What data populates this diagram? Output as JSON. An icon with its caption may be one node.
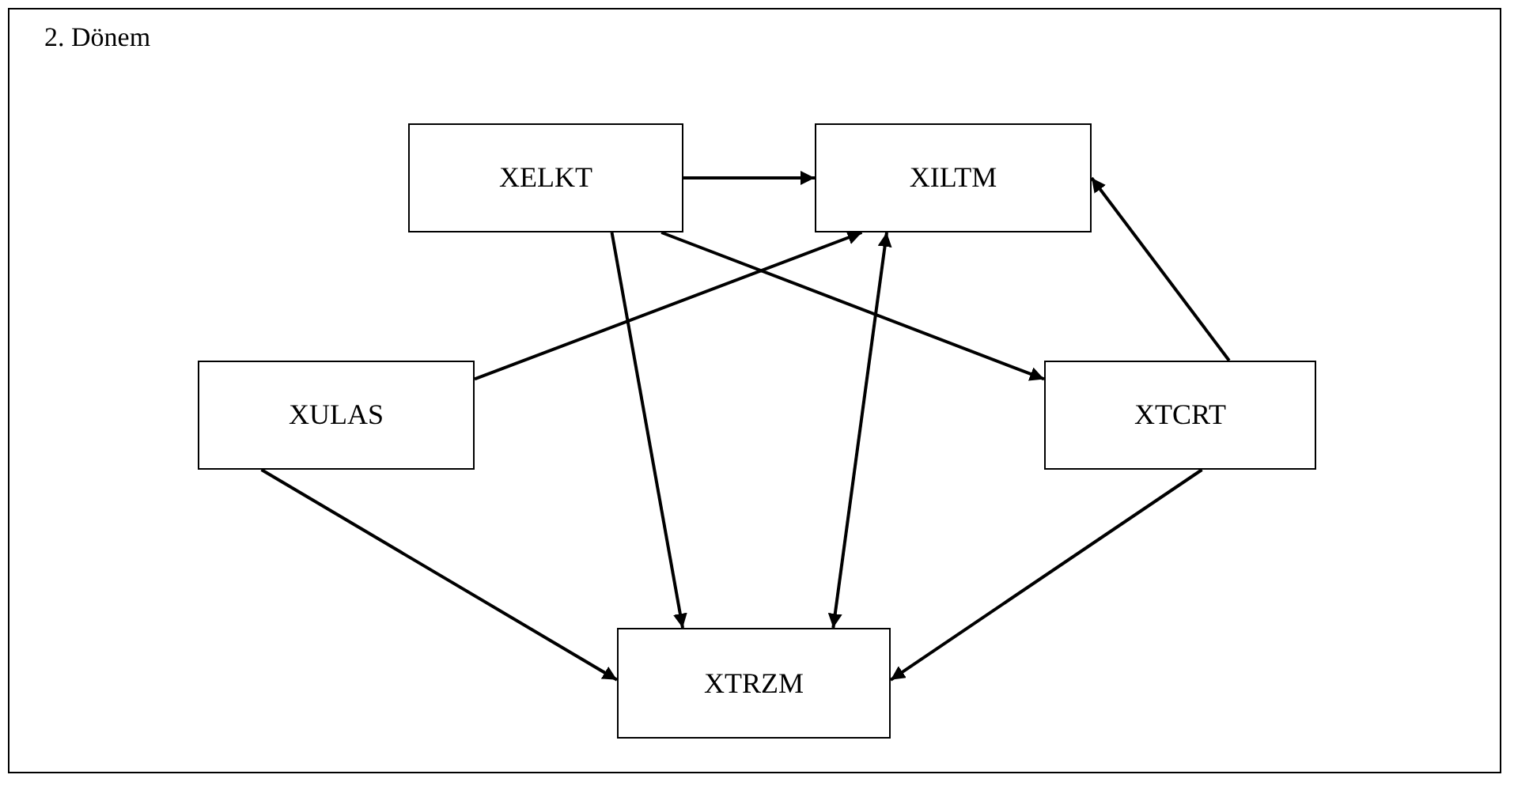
{
  "diagram": {
    "title": "2. Dönem",
    "nodes": [
      {
        "text": [
          "XELKT"
        ]
      },
      {
        "text": [
          "XILTM"
        ]
      },
      {
        "text": [
          "XULAS"
        ]
      },
      {
        "text": [
          "XTCRT"
        ]
      },
      {
        "text": [
          "XTRZM"
        ]
      }
    ],
    "edges": [
      {
        "from": 0,
        "to": 1,
        "arrow": "to"
      },
      {
        "from": 2,
        "to": 1,
        "arrow": "to"
      },
      {
        "from": 0,
        "to": 3,
        "arrow": "to"
      },
      {
        "from": 0,
        "to": 4,
        "arrow": "to"
      },
      {
        "from": 1,
        "to": 4,
        "arrow": "both"
      },
      {
        "from": 3,
        "to": 1,
        "arrow": "to"
      },
      {
        "from": 2,
        "to": 4,
        "arrow": "to"
      },
      {
        "from": 3,
        "to": 4,
        "arrow": "to"
      }
    ]
  }
}
